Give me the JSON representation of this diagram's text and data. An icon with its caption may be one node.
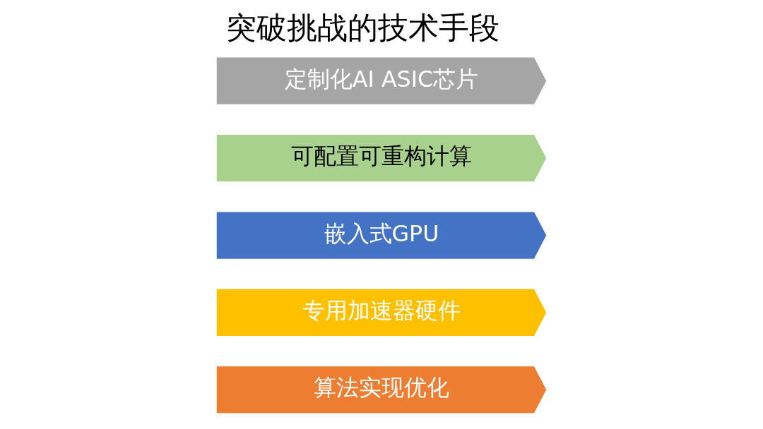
{
  "diagram": {
    "title": "突破挑战的技术手段",
    "nodes": [
      {
        "text": [
          "算法实现优化"
        ]
      },
      {
        "text": [
          "专用加速器硬件"
        ]
      },
      {
        "text": [
          "嵌入式GPU"
        ]
      },
      {
        "text": [
          "可配置可重构计算"
        ]
      },
      {
        "text": [
          "定制化AI ASIC芯片"
        ]
      }
    ],
    "edges": []
  }
}
